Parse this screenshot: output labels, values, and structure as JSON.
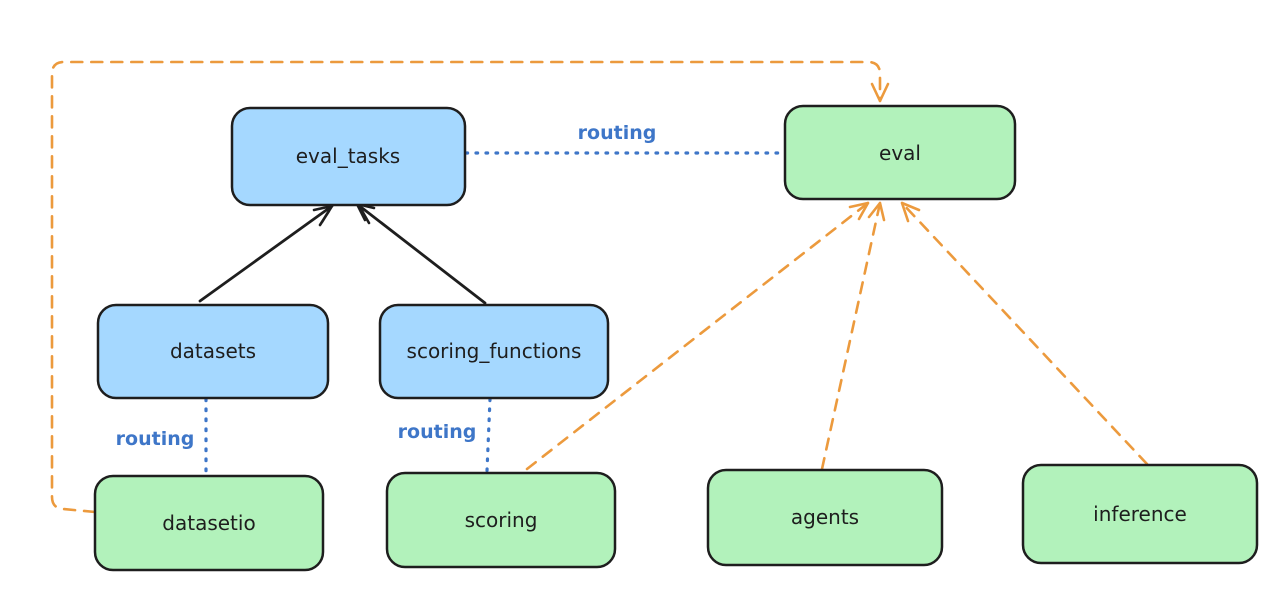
{
  "diagram": {
    "nodes": [
      {
        "id": "eval_tasks",
        "label": "eval_tasks",
        "fill": "blue"
      },
      {
        "id": "eval",
        "label": "eval",
        "fill": "green"
      },
      {
        "id": "datasets",
        "label": "datasets",
        "fill": "blue"
      },
      {
        "id": "scoring_functions",
        "label": "scoring_functions",
        "fill": "blue"
      },
      {
        "id": "datasetio",
        "label": "datasetio",
        "fill": "green"
      },
      {
        "id": "scoring",
        "label": "scoring",
        "fill": "green"
      },
      {
        "id": "agents",
        "label": "agents",
        "fill": "green"
      },
      {
        "id": "inference",
        "label": "inference",
        "fill": "green"
      }
    ],
    "edges": [
      {
        "from": "datasets",
        "to": "eval_tasks",
        "style": "solid",
        "label": ""
      },
      {
        "from": "scoring_functions",
        "to": "eval_tasks",
        "style": "solid",
        "label": ""
      },
      {
        "from": "eval_tasks",
        "to": "eval",
        "style": "dotted",
        "label": "routing"
      },
      {
        "from": "datasets",
        "to": "datasetio",
        "style": "dotted",
        "label": "routing"
      },
      {
        "from": "scoring_functions",
        "to": "scoring",
        "style": "dotted",
        "label": "routing"
      },
      {
        "from": "datasetio",
        "to": "eval",
        "style": "dashed",
        "label": ""
      },
      {
        "from": "scoring",
        "to": "eval",
        "style": "dashed",
        "label": ""
      },
      {
        "from": "agents",
        "to": "eval",
        "style": "dashed",
        "label": ""
      },
      {
        "from": "inference",
        "to": "eval",
        "style": "dashed",
        "label": ""
      }
    ],
    "colors": {
      "blue_fill": "#a5d8ff",
      "green_fill": "#b2f2bb",
      "stroke": "#1e1e1e",
      "routing_blue": "#3e76c8",
      "dashed_orange": "#ec9a3d",
      "background": "#ffffff"
    }
  }
}
